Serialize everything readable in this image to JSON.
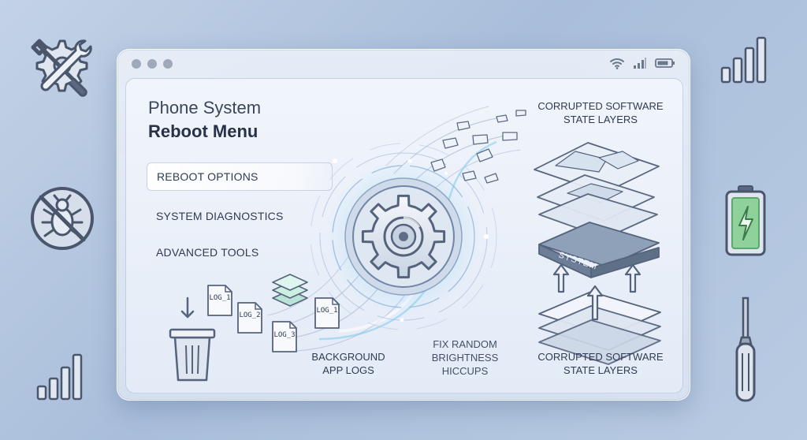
{
  "window": {
    "title_line1": "Phone System",
    "title_line2": "Reboot Menu"
  },
  "menu": {
    "items": [
      {
        "label": "REBOOT OPTIONS",
        "active": true
      },
      {
        "label": "SYSTEM DIAGNOSTICS",
        "active": false
      },
      {
        "label": "ADVANCED TOOLS",
        "active": false
      }
    ]
  },
  "logs": {
    "files": [
      "LOG_1",
      "LOG_2",
      "LOG_3",
      "LOG_1"
    ],
    "caption": "BACKGROUND\nAPP LOGS"
  },
  "center": {
    "caption": "FIX RANDOM\nBRIGHTNESS\nHICCUPS"
  },
  "layers": {
    "top_caption": "CORRUPTED SOFTWARE\nSTATE LAYERS",
    "system_label": "SYSTEM",
    "bottom_caption": "CORRUPTED SOFTWARE\nSTATE LAYERS"
  },
  "icons": {
    "left_top": "gear-wrench-screwdriver-icon",
    "left_mid": "no-bug-icon",
    "left_bottom": "signal-bars-icon",
    "right_top": "signal-bars-icon",
    "right_mid": "battery-charging-icon",
    "right_bottom": "screwdriver-icon",
    "status": [
      "wifi-icon",
      "signal-icon",
      "battery-icon"
    ],
    "center": "gear-icon",
    "trash": "trash-icon"
  },
  "colors": {
    "background": "#b4c6df",
    "accent_glow": "#5fc8f0",
    "text_dark": "#27324a",
    "battery_green": "#5aa86a"
  }
}
